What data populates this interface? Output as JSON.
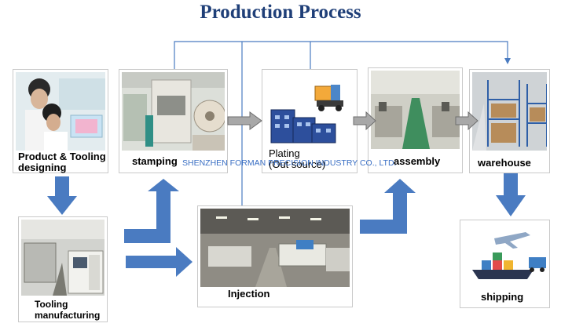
{
  "title": "Production Process",
  "watermark": "SHENZHEN FORMAN PRECISION INDUSTRY CO., LTD.",
  "steps": [
    {
      "label": "Product & Tooling designing"
    },
    {
      "label": "stamping"
    },
    {
      "label": "Plating\n(Out source)"
    },
    {
      "label": "assembly"
    },
    {
      "label": "warehouse"
    },
    {
      "label": "Tooling manufacturing"
    },
    {
      "label": "Injection"
    },
    {
      "label": "shipping"
    }
  ],
  "colors": {
    "title": "#1f3f78",
    "arrow_blue": "#4a7bc1",
    "arrow_gray": "#9a9a9a",
    "line": "#4a7bc1",
    "watermark": "#3a6fc4"
  }
}
